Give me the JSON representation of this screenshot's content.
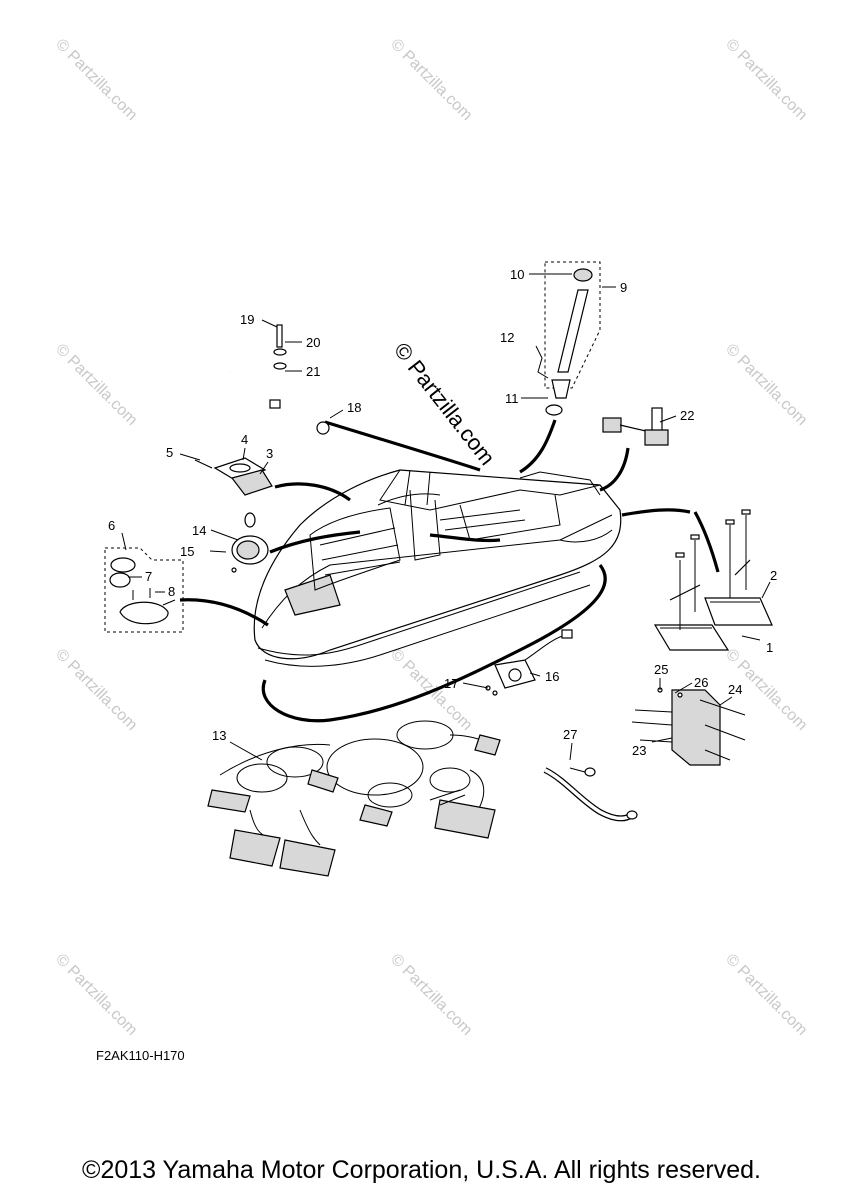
{
  "diagram": {
    "callouts": [
      {
        "id": "1",
        "label": "1"
      },
      {
        "id": "2",
        "label": "2"
      },
      {
        "id": "3",
        "label": "3"
      },
      {
        "id": "4",
        "label": "4"
      },
      {
        "id": "5",
        "label": "5"
      },
      {
        "id": "6",
        "label": "6"
      },
      {
        "id": "7",
        "label": "7"
      },
      {
        "id": "8",
        "label": "8"
      },
      {
        "id": "9",
        "label": "9"
      },
      {
        "id": "10",
        "label": "10"
      },
      {
        "id": "11",
        "label": "11"
      },
      {
        "id": "12",
        "label": "12"
      },
      {
        "id": "13",
        "label": "13"
      },
      {
        "id": "14",
        "label": "14"
      },
      {
        "id": "15",
        "label": "15"
      },
      {
        "id": "16",
        "label": "16"
      },
      {
        "id": "17",
        "label": "17"
      },
      {
        "id": "18",
        "label": "18"
      },
      {
        "id": "19",
        "label": "19"
      },
      {
        "id": "20",
        "label": "20"
      },
      {
        "id": "21",
        "label": "21"
      },
      {
        "id": "22",
        "label": "22"
      },
      {
        "id": "23",
        "label": "23"
      },
      {
        "id": "24",
        "label": "24"
      },
      {
        "id": "25",
        "label": "25"
      },
      {
        "id": "26",
        "label": "26"
      },
      {
        "id": "27",
        "label": "27"
      }
    ],
    "diagram_code": "F2AK110-H170",
    "copyright": "©2013 Yamaha Motor Corporation, U.S.A. All rights reserved.",
    "watermark_main": "© Partzilla.com",
    "watermark_tile": "© Partzilla.com"
  }
}
